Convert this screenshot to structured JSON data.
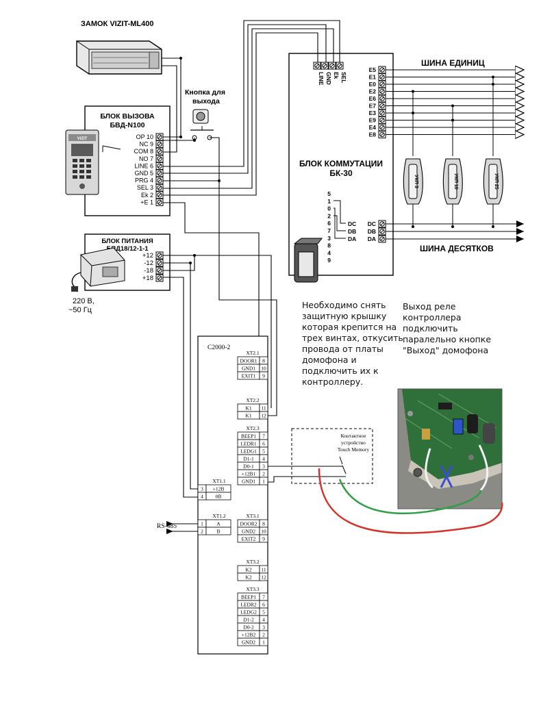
{
  "lock": {
    "title": "ЗАМОК VIZIT-ML400"
  },
  "exit_button": {
    "title_line1": "Кнопка для",
    "title_line2": "выхода"
  },
  "call_block": {
    "title_line1": "БЛОК ВЫЗОВА",
    "title_line2": "БВД-N100",
    "panel_brand": "VIZIT",
    "terminals": [
      "OP 10",
      "NC 9",
      "COM 8",
      "NO 7",
      "LINE 6",
      "GND 5",
      "PRG 4",
      "SEL 3",
      "Ek 2",
      "+E 1"
    ]
  },
  "power_block": {
    "title_line1": "БЛОК ПИТАНИЯ",
    "title_line2": "БПД18/12-1-1",
    "terminals": [
      "+12",
      "-12",
      "-18",
      "+18"
    ],
    "mains_line1": "220 В,",
    "mains_line2": "~50 Гц"
  },
  "switch_block": {
    "title_line1": "БЛОК КОММУТАЦИИ",
    "title_line2": "БК-30",
    "top_terminals": [
      "LINE",
      "GND",
      "Ek",
      "SEL"
    ],
    "e_terminals": [
      "E5",
      "E1",
      "E0",
      "E2",
      "E6",
      "E7",
      "E3",
      "E9",
      "E4",
      "E8"
    ],
    "digits": [
      "5",
      "1",
      "0",
      "2",
      "6",
      "7",
      "3",
      "8",
      "4",
      "9"
    ],
    "inner_bus": [
      "DC",
      "DB",
      "DA"
    ],
    "outer_bus": [
      "DC",
      "DB",
      "DA"
    ]
  },
  "bus_units_label": "ШИНА ЕДИНИЦ",
  "bus_tens_label": "ШИНА ДЕСЯТКОВ",
  "handsets": [
    "УКП 3",
    "УКП 10",
    "УКП 25"
  ],
  "controller": {
    "title": "С2000-2",
    "xt21": {
      "title": "XT2.1",
      "rows": [
        [
          "DOOR1",
          "8"
        ],
        [
          "GND1",
          "10"
        ],
        [
          "EXIT1",
          "9"
        ]
      ]
    },
    "xt22": {
      "title": "XT2.2",
      "rows": [
        [
          "K1",
          "11"
        ],
        [
          "K1",
          "12"
        ]
      ]
    },
    "xt23": {
      "title": "XT2.3",
      "rows": [
        [
          "BEEP1",
          "7"
        ],
        [
          "LEDR1",
          "6"
        ],
        [
          "LEDG1",
          "5"
        ],
        [
          "D1-1",
          "4"
        ],
        [
          "D0-1",
          "3"
        ],
        [
          "+12B1",
          "2"
        ],
        [
          "GND1",
          "1"
        ]
      ]
    },
    "xt11": {
      "title": "XT1.1",
      "rows": [
        [
          "3",
          "+12В"
        ],
        [
          "4",
          "0В"
        ]
      ]
    },
    "xt12": {
      "title": "XT1.2",
      "rows": [
        [
          "1",
          "A"
        ],
        [
          "2",
          "B"
        ]
      ]
    },
    "xt31": {
      "title": "XT3.1",
      "rows": [
        [
          "DOOR2",
          "8"
        ],
        [
          "GND2",
          "10"
        ],
        [
          "EXIT2",
          "9"
        ]
      ]
    },
    "xt32": {
      "title": "XT3.2",
      "rows": [
        [
          "K2",
          "11"
        ],
        [
          "K2",
          "12"
        ]
      ]
    },
    "xt33": {
      "title": "XT3.3",
      "rows": [
        [
          "BEEP1",
          "7"
        ],
        [
          "LEDR2",
          "6"
        ],
        [
          "LEDG2",
          "5"
        ],
        [
          "D1-2",
          "4"
        ],
        [
          "D0-2",
          "3"
        ],
        [
          "+12B2",
          "2"
        ],
        [
          "GND2",
          "1"
        ]
      ]
    }
  },
  "rs485_label": "RS-485",
  "touch_memory": {
    "line1": "Контактное",
    "line2": "устройство",
    "line3": "Touch Memory"
  },
  "note_left": [
    "Необходимо снять",
    "защитную крышку",
    "которая крепится на",
    "трех винтах, откусить",
    "провода от платы",
    "домофона и",
    "подключить их к",
    "контроллеру."
  ],
  "note_right": [
    "Выход реле",
    "контроллера",
    "подключить",
    "паралельно кнопке",
    "\"Выход\" домофона"
  ],
  "colors": {
    "wire": "#000000",
    "red_wire": "#d6312b",
    "green_wire": "#2f9e44",
    "blue_mark": "#3a4fd0",
    "pcb": "#2f6f3a"
  }
}
